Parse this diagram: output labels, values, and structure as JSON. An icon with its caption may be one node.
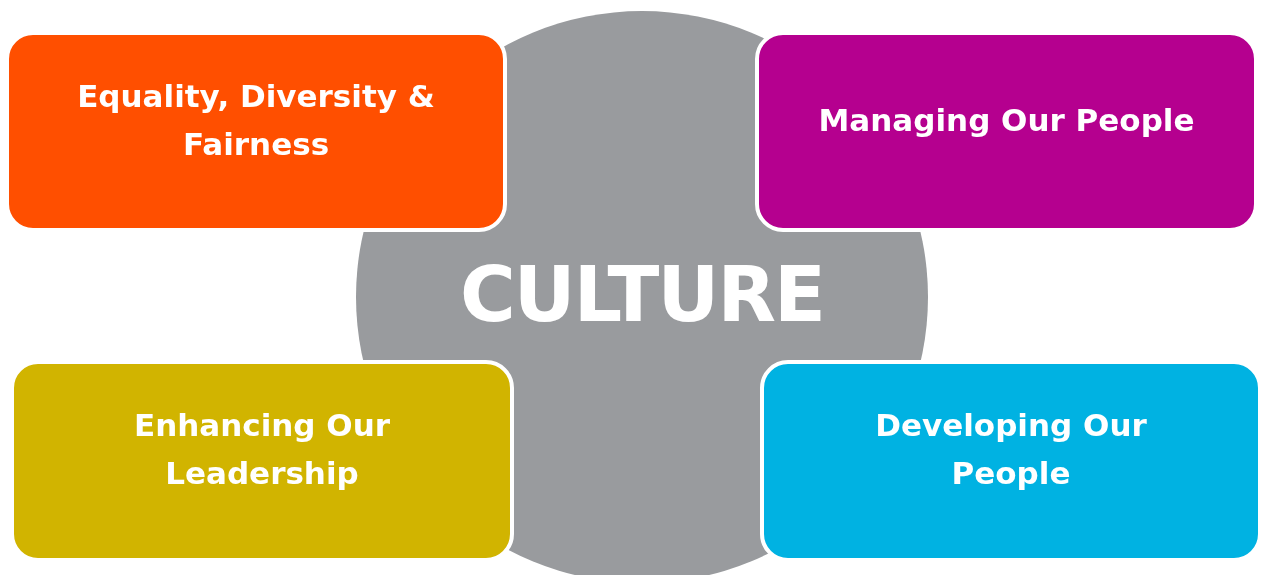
{
  "diagram": {
    "nodes": [
      {
        "text": [
          "Equality, Diversity & Fairness"
        ]
      },
      {
        "text": [
          "Managing Our People"
        ]
      },
      {
        "text": [
          "CULTURE"
        ]
      },
      {
        "text": [
          "Enhancing Our Leadership"
        ]
      },
      {
        "text": [
          "Developing Our People"
        ]
      }
    ]
  }
}
